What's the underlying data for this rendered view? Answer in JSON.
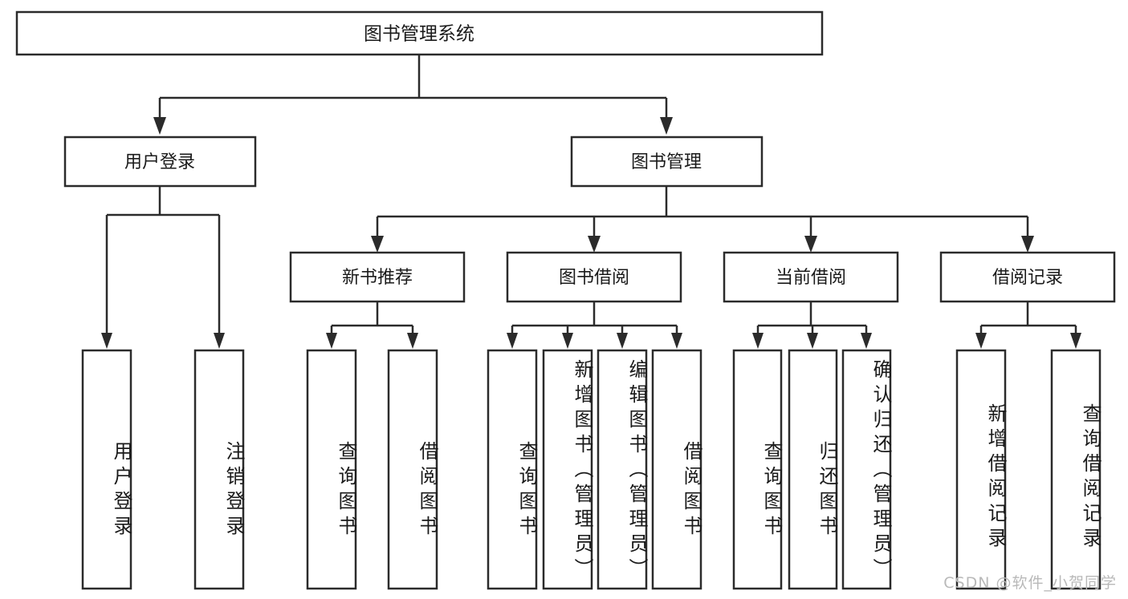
{
  "diagram": {
    "type": "tree",
    "title": "图书管理系统",
    "background_color": "#ffffff",
    "line_color": "#2b2b2b",
    "text_color": "#1a1a1a",
    "watermark": "CSDN @软件_小贺同学"
  },
  "root": {
    "label": "图书管理系统"
  },
  "level2": [
    {
      "label": "用户登录"
    },
    {
      "label": "图书管理"
    }
  ],
  "level3": [
    {
      "label": "新书推荐"
    },
    {
      "label": "图书借阅"
    },
    {
      "label": "当前借阅"
    },
    {
      "label": "借阅记录"
    }
  ],
  "leaves": {
    "user_login": [
      {
        "label": "用户登录"
      },
      {
        "label": "注销登录"
      }
    ],
    "new_book_recommend": [
      {
        "label": "查询图书"
      },
      {
        "label": "借阅图书"
      }
    ],
    "book_borrow": [
      {
        "label": "查询图书"
      },
      {
        "label": "新增图书（管理员）"
      },
      {
        "label": "编辑图书（管理员）"
      },
      {
        "label": "借阅图书"
      }
    ],
    "current_borrow": [
      {
        "label": "查询图书"
      },
      {
        "label": "归还图书"
      },
      {
        "label": "确认归还（管理员）"
      }
    ],
    "borrow_record": [
      {
        "label": "新增借阅记录"
      },
      {
        "label": "查询借阅记录"
      }
    ]
  }
}
